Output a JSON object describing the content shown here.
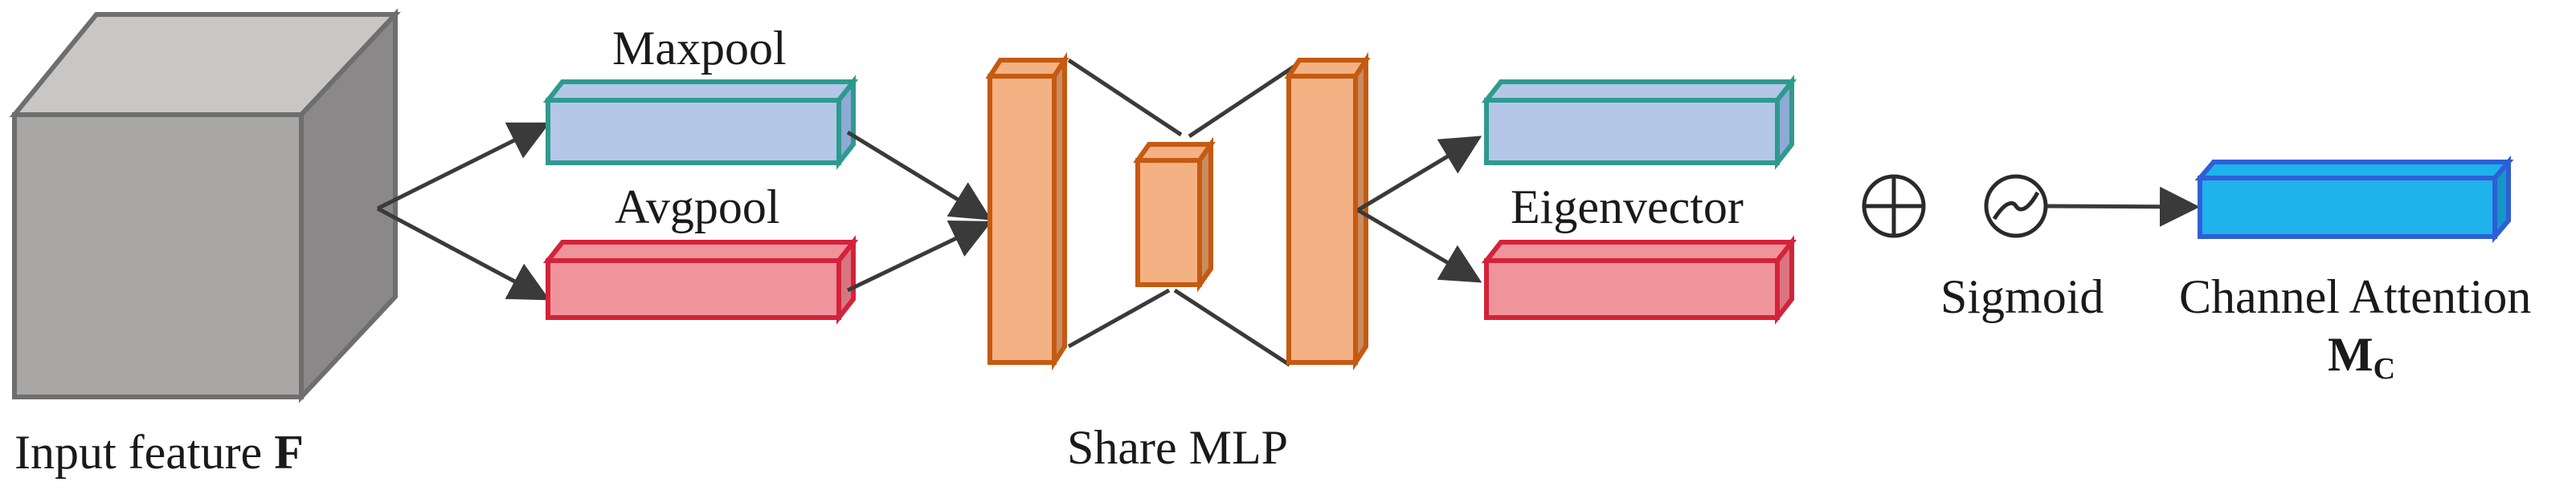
{
  "labels": {
    "input_feature": "Input feature",
    "input_symbol": "F",
    "maxpool": "Maxpool",
    "avgpool": "Avgpool",
    "share_mlp": "Share MLP",
    "eigenvector": "Eigenvector",
    "sigmoid": "Sigmoid",
    "channel_attention": "Channel Attention",
    "mc_main": "M",
    "mc_sub": "C"
  },
  "icons": {
    "add_operator": "circled-plus-icon",
    "sigmoid_operator": "sigmoid-wave-icon"
  },
  "colors": {
    "cube_front": "#a9a7a6",
    "cube_top": "#c9c7c6",
    "cube_side": "#8a8888",
    "cube_edge": "#6e6e6e",
    "maxpool_fill": "#b4c7e7",
    "maxpool_border": "#2e9a8e",
    "avgpool_fill": "#f0949c",
    "avgpool_border": "#d3233a",
    "mlp_fill": "#f4b183",
    "mlp_border": "#c55a11",
    "attention_fill": "#1fb3ec",
    "attention_border": "#2f5fd6",
    "arrow": "#3a3a3a"
  }
}
